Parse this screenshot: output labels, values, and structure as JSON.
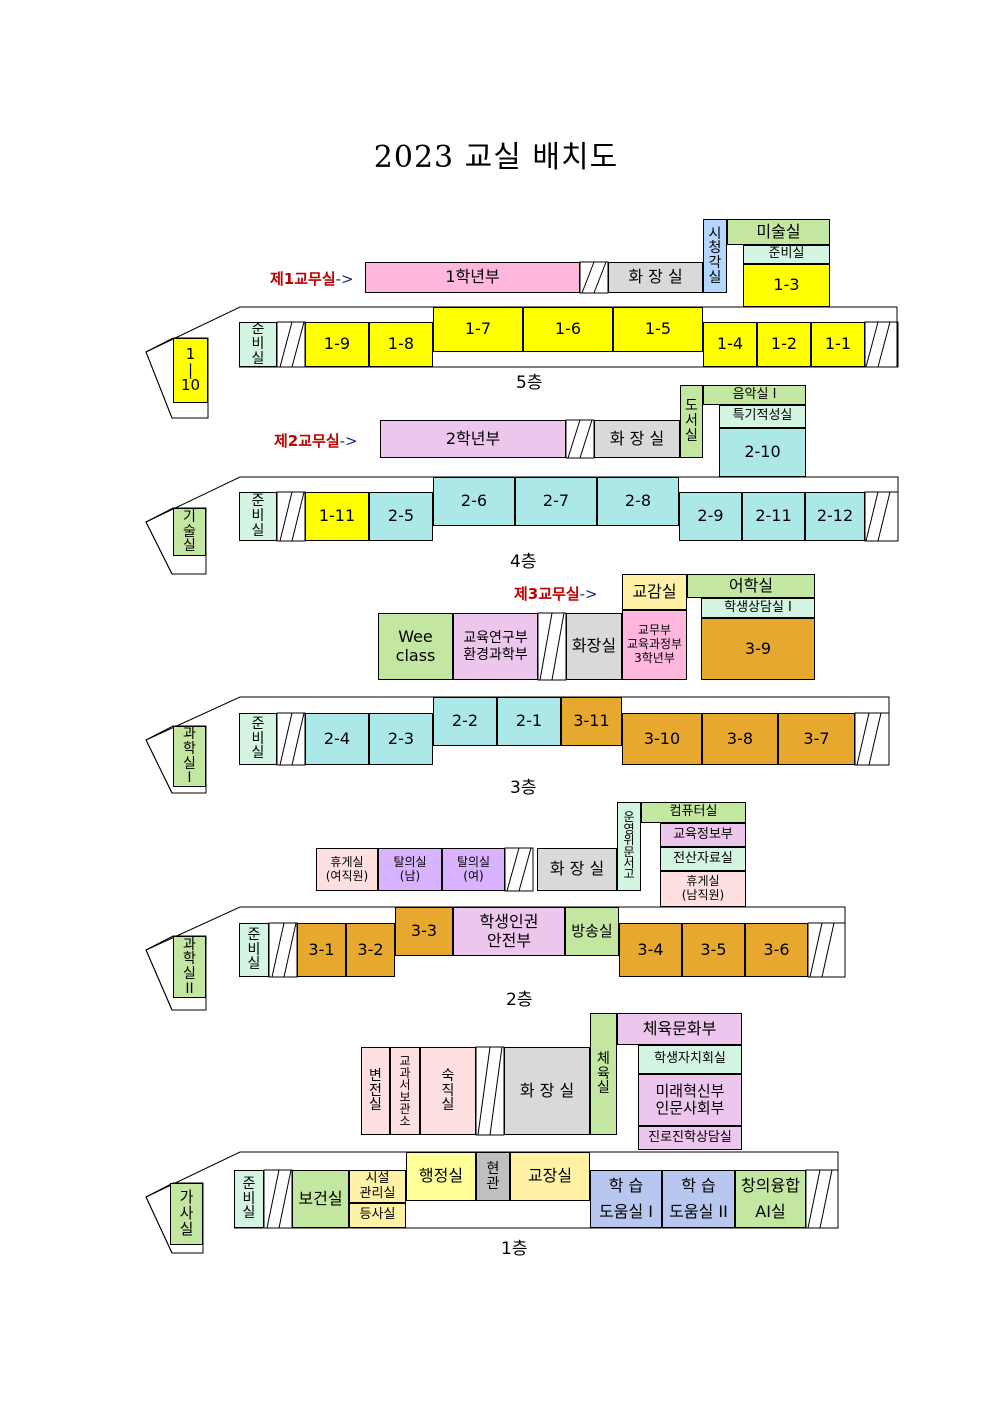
{
  "title": "2023 교실 배치도",
  "colors": {
    "yellow": "#ffff00",
    "pink": "#ffb7dd",
    "gray": "#d9d9d9",
    "green": "#c3e6a0",
    "mint": "#d5f5e3",
    "blue": "#b4d7ff",
    "cyan": "#ade8e8",
    "lavender": "#ecc6ec",
    "violet": "#d9b3ff",
    "orange": "#e6a82e",
    "lightyellow": "#fff2a6",
    "lightpink": "#ffe0e0",
    "periwinkle": "#b8c7ef",
    "red_text": "#c00000"
  },
  "floors": {
    "f5": {
      "label": "5층",
      "office": "제1교무실",
      "arrow": "->",
      "rooms": {
        "grade1": "1학년부",
        "restroom": "화 장 실",
        "av": "시\n청\n각\n실",
        "art": "미술실",
        "prep_art": "준비실",
        "c1_3": "1-3",
        "prep": "준\n비\n실",
        "c1_9": "1-9",
        "c1_8": "1-8",
        "c1_7": "1-7",
        "c1_6": "1-6",
        "c1_5": "1-5",
        "c1_4": "1-4",
        "c1_2": "1-2",
        "c1_1": "1-1",
        "c1_10": "1\n|\n10"
      }
    },
    "f4": {
      "label": "4층",
      "office": "제2교무실",
      "arrow": "->",
      "rooms": {
        "grade2": "2학년부",
        "restroom": "화 장 실",
        "library": "도\n서\n실",
        "music": "음악실 I",
        "special": "특기적성실",
        "c2_10": "2-10",
        "prep": "준\n비\n실",
        "c1_11": "1-11",
        "c2_5": "2-5",
        "c2_6": "2-6",
        "c2_7": "2-7",
        "c2_8": "2-8",
        "c2_9": "2-9",
        "c2_11": "2-11",
        "c2_12": "2-12",
        "tech": "기\n술\n실"
      }
    },
    "f3": {
      "label": "3층",
      "office": "제3교무실",
      "arrow": "->",
      "rooms": {
        "vice": "교감실",
        "lang": "어학실",
        "counsel": "학생상담실 I",
        "c3_9": "3-9",
        "wee": "Wee\nclass",
        "research": "교육연구부\n환경과학부",
        "restroom": "화장실",
        "academic": "교무부\n교육과정부\n3학년부",
        "prep": "준\n비\n실",
        "c2_4": "2-4",
        "c2_3": "2-3",
        "c2_2": "2-2",
        "c2_1": "2-1",
        "c3_11": "3-11",
        "c3_10": "3-10",
        "c3_8": "3-8",
        "c3_7": "3-7",
        "sci1": "과\n학\n실\nI"
      }
    },
    "f2": {
      "label": "2층",
      "rooms": {
        "lounge_f": "휴게실\n(여직원)",
        "change_m": "탈의실\n(남)",
        "change_f": "탈의실\n(여)",
        "restroom": "화 장 실",
        "committee": "운\n영\n위\n문\n서\n고",
        "computer": "컴퓨터실",
        "info": "교육정보부",
        "data": "전산자료실",
        "lounge_m": "휴게실\n(남직원)",
        "prep": "준\n비\n실",
        "c3_1": "3-1",
        "c3_2": "3-2",
        "c3_3": "3-3",
        "rights": "학생인권\n안전부",
        "broadcast": "방송실",
        "c3_4": "3-4",
        "c3_5": "3-5",
        "c3_6": "3-6",
        "sci2": "과\n학\n실\nII"
      }
    },
    "f1": {
      "label": "1층",
      "rooms": {
        "pe_dept": "체육문화부",
        "gym": "체\n육\n실",
        "council": "학생자치회실",
        "future": "미래혁신부\n인문사회부",
        "career": "진로진학상담실",
        "restroom_small": "변\n전\n실",
        "textbook": "교\n과\n서\n보\n관\n소",
        "night": "숙\n직\n실",
        "restroom": "화 장 실",
        "prep": "준\n비\n실",
        "health": "보건실",
        "facility": "시설\n관리실",
        "copy": "등사실",
        "admin": "행정실",
        "entrance": "현\n관",
        "principal": "교장실",
        "study1": "학 습\n도움실 I",
        "study2": "학 습\n도움실 II",
        "ai": "창의융합\nAI실",
        "home": "가\n사\n실"
      }
    }
  }
}
